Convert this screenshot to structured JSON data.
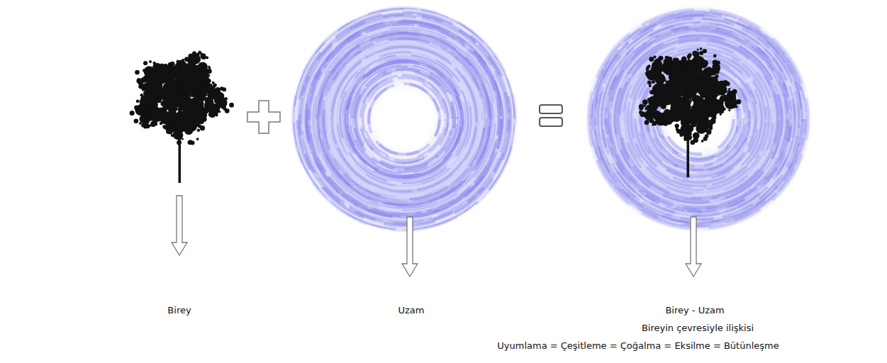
{
  "diagram": {
    "labels": [
      "Birey",
      "Uzam",
      "Birey - Uzam",
      "Bireyin çevresiyle ilişkisi",
      "Uyumlama = Çeşitleme = Çoğalma = Eksilme = Bütünleşme"
    ]
  }
}
